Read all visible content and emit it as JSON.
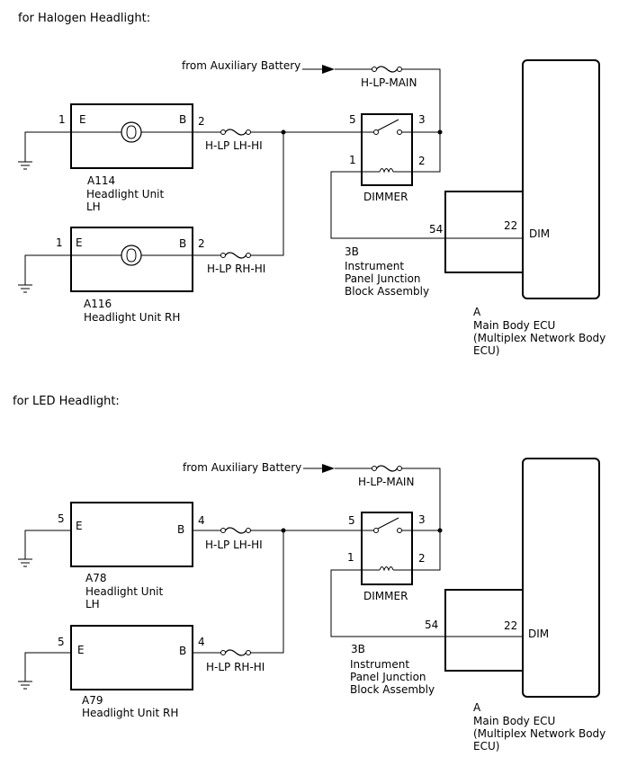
{
  "sections": [
    {
      "title": "for Halogen Headlight:",
      "aux_label": "from Auxiliary Battery",
      "main_fuse": "H-LP-MAIN",
      "lh": {
        "code": "A114",
        "name_line1": "Headlight Unit",
        "name_line2": "LH",
        "pin_e": "1",
        "pin_b": "2",
        "label_e": "E",
        "label_b": "B",
        "fuse": "H-LP LH-HI"
      },
      "rh": {
        "code": "A116",
        "name_line1": "Headlight Unit RH",
        "name_line2": "",
        "pin_e": "1",
        "pin_b": "2",
        "label_e": "E",
        "label_b": "B",
        "fuse": "H-LP RH-HI"
      },
      "dimmer": {
        "label": "DIMMER",
        "pin_5": "5",
        "pin_3": "3",
        "pin_1": "1",
        "pin_2": "2"
      },
      "junction": {
        "code": "3B",
        "line1": "Instrument",
        "line2": "Panel Junction",
        "line3": "Block Assembly",
        "pin": "54"
      },
      "ecu": {
        "code": "A",
        "line1": "Main Body ECU",
        "line2": "(Multiplex Network Body",
        "line3": "ECU)",
        "pin": "22",
        "signal": "DIM"
      }
    },
    {
      "title": "for LED Headlight:",
      "aux_label": "from Auxiliary Battery",
      "main_fuse": "H-LP-MAIN",
      "lh": {
        "code": "A78",
        "name_line1": "Headlight Unit",
        "name_line2": "LH",
        "pin_e": "5",
        "pin_b": "4",
        "label_e": "E",
        "label_b": "B",
        "fuse": "H-LP LH-HI"
      },
      "rh": {
        "code": "A79",
        "name_line1": "Headlight Unit RH",
        "name_line2": "",
        "pin_e": "5",
        "pin_b": "4",
        "label_e": "E",
        "label_b": "B",
        "fuse": "H-LP RH-HI"
      },
      "dimmer": {
        "label": "DIMMER",
        "pin_5": "5",
        "pin_3": "3",
        "pin_1": "1",
        "pin_2": "2"
      },
      "junction": {
        "code": "3B",
        "line1": "Instrument",
        "line2": "Panel Junction",
        "line3": "Block Assembly",
        "pin": "54"
      },
      "ecu": {
        "code": "A",
        "line1": "Main Body ECU",
        "line2": "(Multiplex Network Body",
        "line3": "ECU)",
        "pin": "22",
        "signal": "DIM"
      }
    }
  ]
}
